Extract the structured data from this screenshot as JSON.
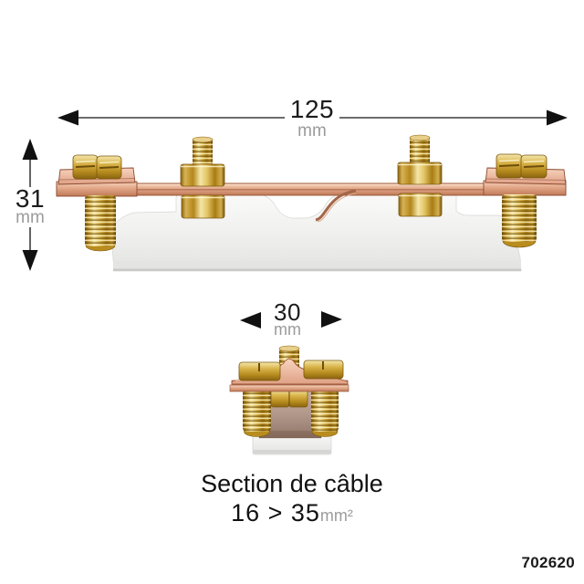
{
  "dimensions": {
    "width": {
      "value": "125",
      "unit": "mm"
    },
    "height": {
      "value": "31",
      "unit": "mm"
    },
    "depth": {
      "value": "30",
      "unit": "mm"
    }
  },
  "caption": {
    "line1": "Section de câble",
    "range": "16 > 35",
    "unit": "mm²"
  },
  "reference": "702620",
  "illustrations": {
    "main": "earth-terminal-bar-side-view",
    "detail": "earth-terminal-bar-end-view"
  },
  "colors": {
    "dim-text": "#1c1c1c",
    "unit-text": "#9b9b9b",
    "dim-line": "#3c3c3c",
    "arrow": "#111111",
    "caption-text": "#111111",
    "ref-text": "#1a1a1a",
    "copper": "#dd9e7f",
    "brass": "#cda233",
    "plastic": "#f0f0ee",
    "background": "#ffffff"
  }
}
